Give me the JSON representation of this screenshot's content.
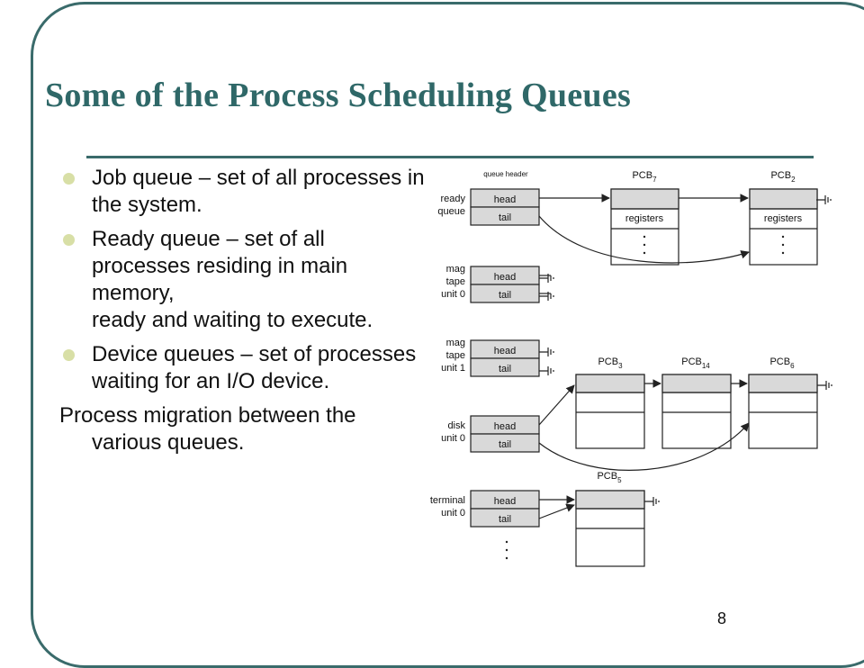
{
  "slide": {
    "title": "Some of the Process Scheduling Queues",
    "bullets": [
      "Job queue – set of all processes in the system.",
      "Ready queue – set of all processes residing in main memory,\nready and waiting to execute.",
      "Device queues – set of processes waiting for an I/O device."
    ],
    "note": "Process migration between the various queues.",
    "page_number": "8"
  },
  "diagram": {
    "queue_header_label": "queue header",
    "head_label": "head",
    "tail_label": "tail",
    "registers_label": "registers",
    "pcb_prefix": "PCB",
    "queues": [
      {
        "label_lines": [
          "ready",
          "queue"
        ]
      },
      {
        "label_lines": [
          "mag",
          "tape",
          "unit 0"
        ]
      },
      {
        "label_lines": [
          "mag",
          "tape",
          "unit 1"
        ]
      },
      {
        "label_lines": [
          "disk",
          "unit 0"
        ]
      },
      {
        "label_lines": [
          "terminal",
          "unit 0"
        ]
      }
    ],
    "pcbs": [
      "7",
      "2",
      "3",
      "14",
      "6",
      "5"
    ],
    "colors": {
      "header_fill": "#d9d9d9",
      "line": "#222222"
    }
  }
}
